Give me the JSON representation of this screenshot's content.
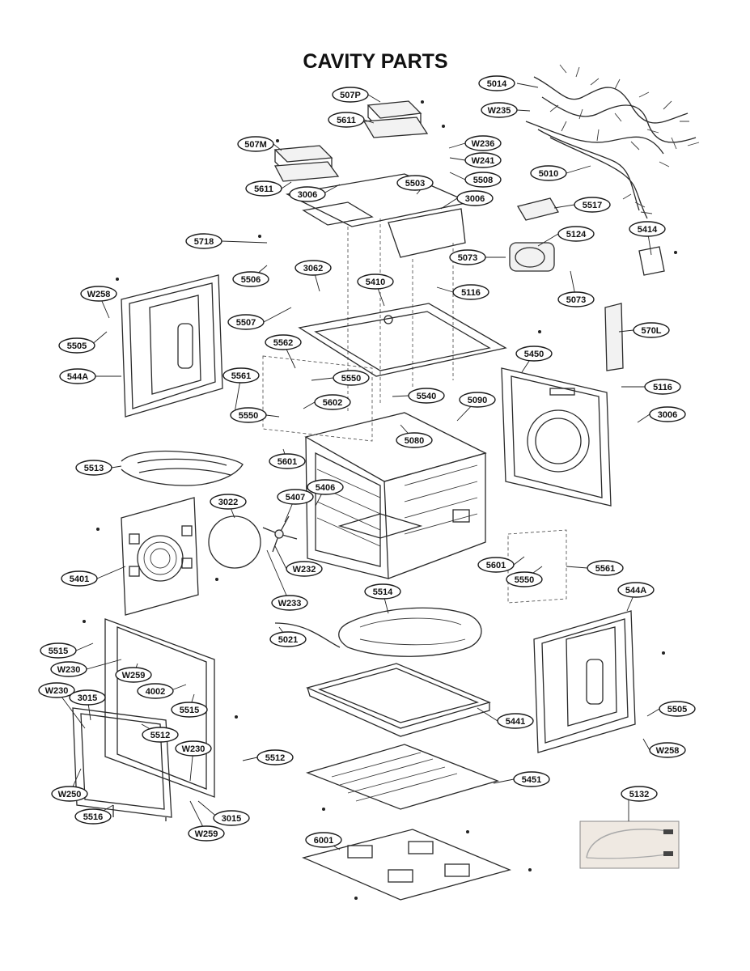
{
  "title": "CAVITY PARTS",
  "labels": [
    "5014",
    "W235",
    "507P",
    "5611",
    "507M",
    "W236",
    "W241",
    "5508",
    "5010",
    "5611",
    "3006",
    "5503",
    "3006",
    "5517",
    "5718",
    "5124",
    "5414",
    "5506",
    "5073",
    "3062",
    "5410",
    "5116",
    "5073",
    "W258",
    "5507",
    "570L",
    "5505",
    "5562",
    "5450",
    "544A",
    "5561",
    "5550",
    "5116",
    "5540",
    "5090",
    "5550",
    "5602",
    "3006",
    "5080",
    "5601",
    "5513",
    "5406",
    "5407",
    "3022",
    "5401",
    "W232",
    "5601",
    "5561",
    "5550",
    "W233",
    "5514",
    "544A",
    "5021",
    "5515",
    "W230",
    "W259",
    "4002",
    "W230",
    "3015",
    "5515",
    "5512",
    "5441",
    "5505",
    "W230",
    "5512",
    "W258",
    "5451",
    "W250",
    "3015",
    "5516",
    "W259",
    "5132",
    "6001"
  ]
}
